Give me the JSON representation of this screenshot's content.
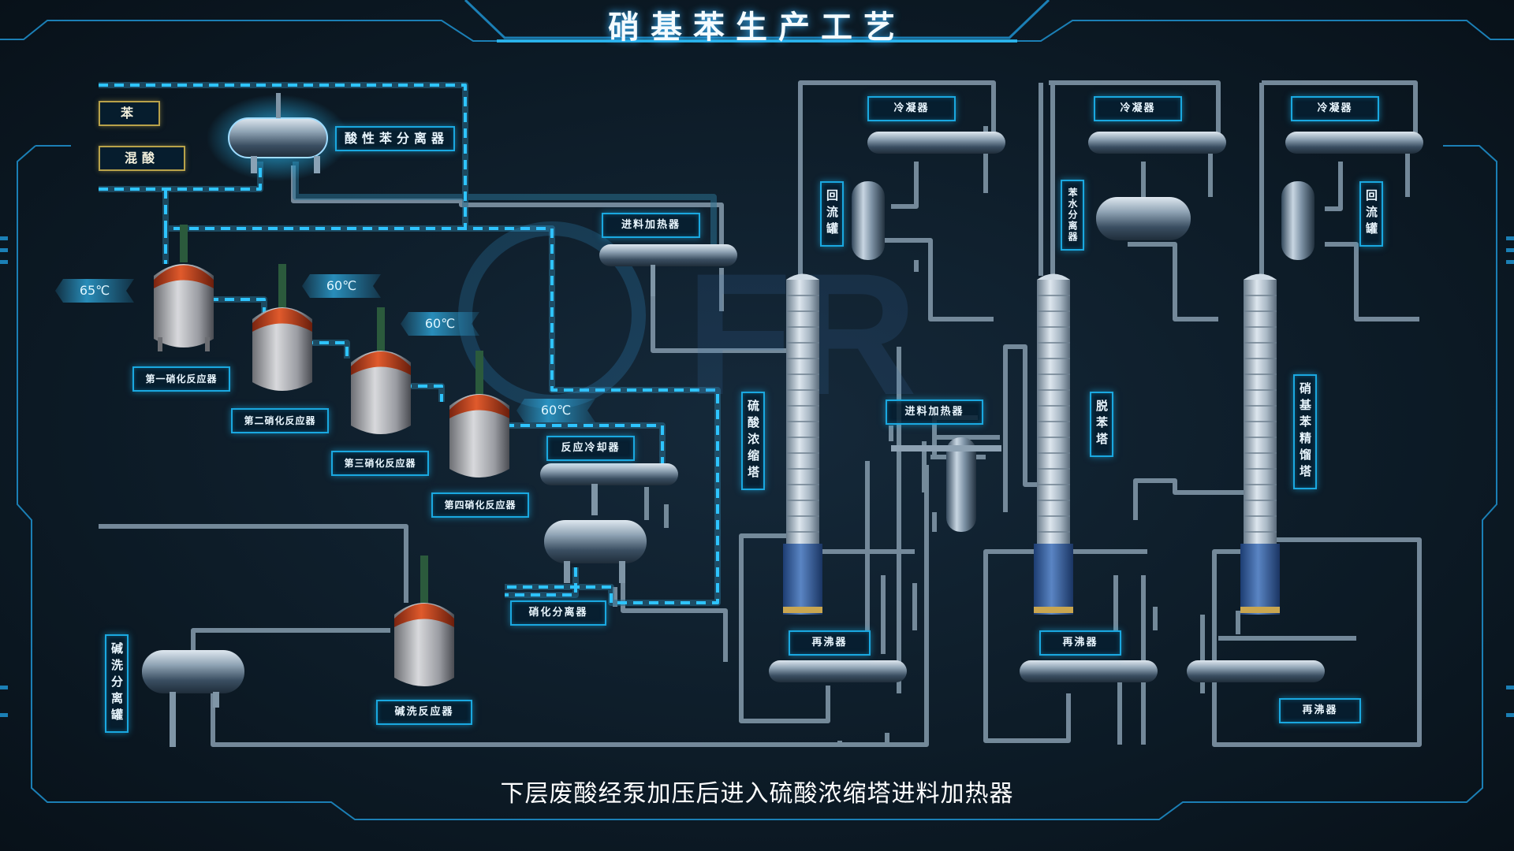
{
  "title": "硝基苯生产工艺",
  "caption": "下层废酸经泵加压后进入硫酸浓缩塔进料加热器",
  "inputs": {
    "benzene": "苯",
    "mixed_acid": "混酸"
  },
  "labels": {
    "acid_benzene_separator": "酸性苯分离器",
    "feed_heater_1": "进料加热器",
    "feed_heater_2": "进料加热器",
    "reactor_1": "第一硝化反应器",
    "reactor_2": "第二硝化反应器",
    "reactor_3": "第三硝化反应器",
    "reactor_4": "第四硝化反应器",
    "reaction_cooler": "反应冷却器",
    "nitration_separator": "硝化分离器",
    "alkali_wash_reactor": "碱洗反应器",
    "alkali_wash_separator_tank": "碱洗分离罐",
    "sulfuric_concentration_tower": "硫酸浓缩塔",
    "debenzene_tower": "脱苯塔",
    "nitrobenzene_refining_tower": "硝基苯精馏塔",
    "condenser_1": "冷凝器",
    "condenser_2": "冷凝器",
    "condenser_3": "冷凝器",
    "reflux_tank_1": "回流罐",
    "reflux_tank_2": "回流罐",
    "benzene_water_separator": "苯水分离器",
    "reboiler_1": "再沸器",
    "reboiler_2": "再沸器",
    "reboiler_3": "再沸器"
  },
  "temperatures": {
    "reactor_1": "65℃",
    "reactor_2": "60℃",
    "reactor_3": "60℃",
    "reactor_4": "60℃"
  },
  "colors": {
    "pipe": "#7f95a6",
    "flow": "#2ec4ff",
    "frame": "#1b7fb5",
    "label_border": "#1aa8e0",
    "dome": "#c9431d"
  }
}
